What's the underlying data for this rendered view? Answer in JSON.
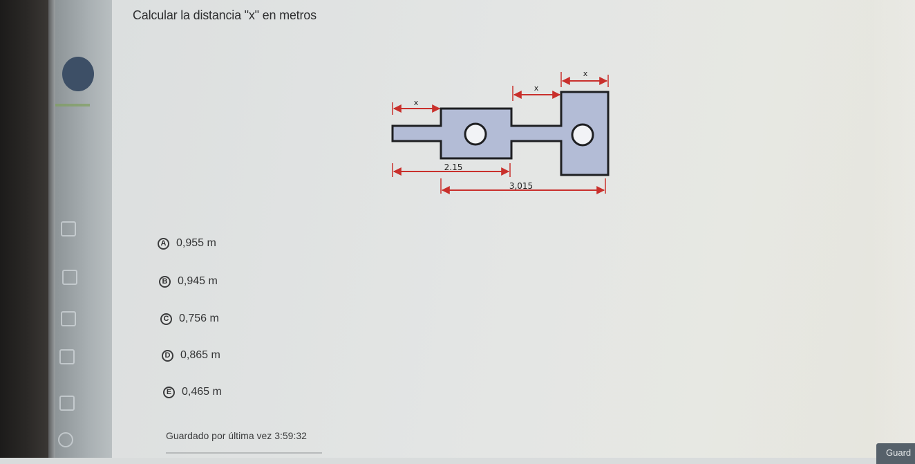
{
  "question": {
    "text": "Calcular la distancia \"x\" en metros"
  },
  "figure": {
    "labels": {
      "x_left": "x",
      "x_middle": "x",
      "x_right": "x",
      "dim_short": "2.15",
      "dim_long": "3,015"
    },
    "colors": {
      "plate_fill": "#b3bcd6",
      "outline": "#1e1f22",
      "dimension": "#c9302c"
    }
  },
  "options": [
    {
      "letter": "A",
      "value": "0,955 m"
    },
    {
      "letter": "B",
      "value": "0,945 m"
    },
    {
      "letter": "C",
      "value": "0,756 m"
    },
    {
      "letter": "D",
      "value": "0,865 m"
    },
    {
      "letter": "E",
      "value": "0,465 m"
    }
  ],
  "footer": {
    "saved_label": "Guardado por última vez 3:59:32",
    "save_button": "Guard"
  }
}
